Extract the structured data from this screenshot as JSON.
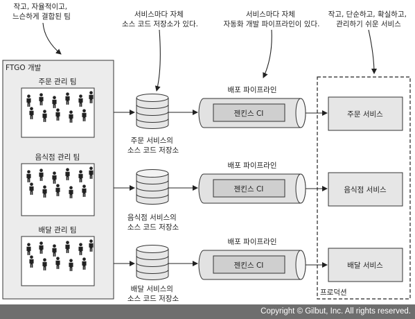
{
  "annotations": {
    "small_team": [
      "작고, 자율적이고,",
      "느슨하게 결합된 팀"
    ],
    "own_repo": [
      "서비스마다 자체",
      "소스 코드 저장소가 있다."
    ],
    "own_pipeline": [
      "서비스마다 자체",
      "자동화 개발 파이프라인이 있다."
    ],
    "simple_services": [
      "작고, 단순하고, 확실하고,",
      "관리하기 쉬운 서비스"
    ]
  },
  "org": {
    "title": "FTGO 개발"
  },
  "production": {
    "title": "프로덕션"
  },
  "rows": [
    {
      "team": "주문 관리 팀",
      "repo": [
        "주문 서비스의",
        "소스 코드 저장소"
      ],
      "pipeline": "배포 파이프라인",
      "ci": "젠킨스 CI",
      "service": "주문 서비스"
    },
    {
      "team": "음식점 관리 팀",
      "repo": [
        "음식점 서비스의",
        "소스 코드 저장소"
      ],
      "pipeline": "배포 파이프라인",
      "ci": "젠킨스 CI",
      "service": "음식점 서비스"
    },
    {
      "team": "배달 관리 팀",
      "repo": [
        "배달 서비스의",
        "소스 코드 저장소"
      ],
      "pipeline": "배포 파이프라인",
      "ci": "젠킨스 CI",
      "service": "배달 서비스"
    }
  ],
  "footer": {
    "copyright": "Copyright © Gilbut, Inc. All rights reserved."
  }
}
